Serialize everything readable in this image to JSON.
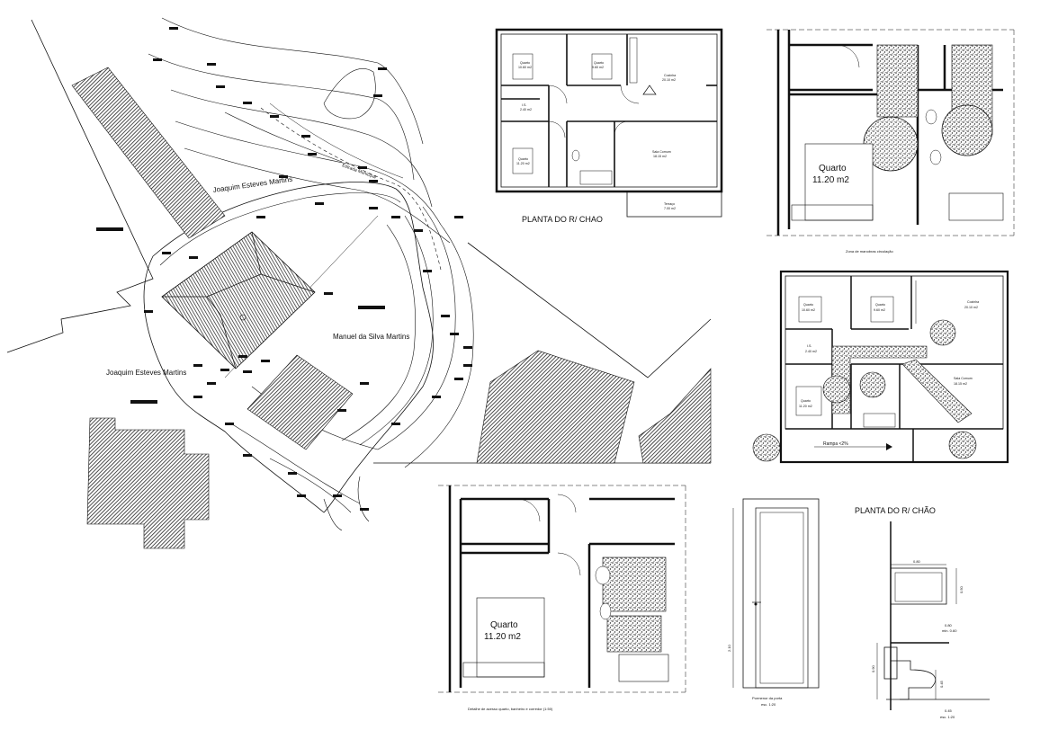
{
  "site_plan": {
    "owner_north": "Joaquim Esteves Martins",
    "owner_west": "Joaquim Esteves Martins",
    "owner_east": "Manuel da Silva Martins",
    "road_label": "Estrada Municipal"
  },
  "plan_ground_floor": {
    "caption": "PLANTA DO R/ CHAO",
    "rooms": [
      {
        "name": "Quarto",
        "area": "10.60 m2"
      },
      {
        "name": "Quarto",
        "area": "9.60 m2"
      },
      {
        "name": "Cozinha",
        "area": "20.10 m2"
      },
      {
        "name": "I.S.",
        "area": "2.40 m2"
      },
      {
        "name": "Quarto",
        "area": "11.20 m2"
      },
      {
        "name": "Sala Comum",
        "area": "18.15 m2"
      },
      {
        "name": "Terraço",
        "area": "7.00 m2"
      }
    ]
  },
  "detail_rotation": {
    "room_name": "Quarto",
    "room_area": "11.20 m2",
    "caption": "Zona de manobras circulação"
  },
  "plan_accessible": {
    "rooms": [
      {
        "name": "Quarto",
        "area": "10.60 m2"
      },
      {
        "name": "Quarto",
        "area": "9.60 m2"
      },
      {
        "name": "Cozinha",
        "area": "20.10 m2"
      },
      {
        "name": "I.S.",
        "area": "2.40 m2"
      },
      {
        "name": "Quarto",
        "area": "11.20 m2"
      },
      {
        "name": "Sala Comum",
        "area": "18.15 m2"
      }
    ],
    "ramp_label": "Rampa <2%"
  },
  "detail_bedroom": {
    "room_name": "Quarto",
    "room_area": "11.20 m2",
    "caption": "Detalhe de acesso quarto, banheiro e corredor (1:50)"
  },
  "door_detail": {
    "caption": "Pormenor da porta",
    "scale": "esc. 1:20",
    "height_dim": "2.10"
  },
  "bathroom_detail": {
    "title": "PLANTA DO R/ CHÃO",
    "tub_width": "0.80",
    "tub_height": "0.50",
    "grab_bar_height": "0.80",
    "grab_bar_note": "min. 0.60",
    "wall_height": "0.90",
    "toilet_height": "0.45",
    "bottom_dim": "0.45",
    "scale": "esc. 1:20"
  },
  "colors": {
    "line": "#111111",
    "hatch": "#222222",
    "background": "#ffffff"
  }
}
